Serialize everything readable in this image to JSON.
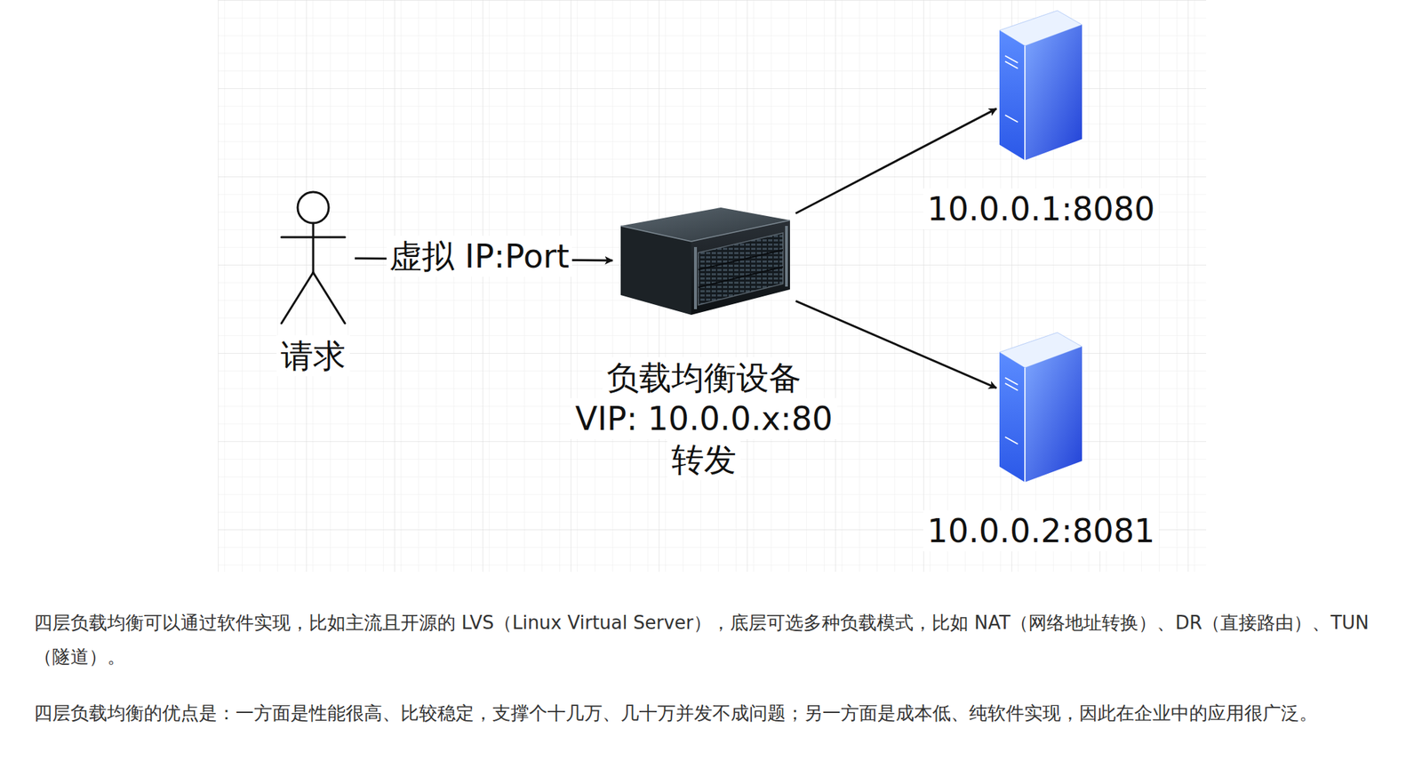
{
  "diagram": {
    "nodes": [
      {
        "text": [
          "请求"
        ]
      },
      {
        "text": [
          "负载均衡设备",
          "VIP: 10.0.0.x:80",
          "转发"
        ]
      },
      {
        "text": [
          "10.0.0.1:8080"
        ]
      },
      {
        "text": [
          "10.0.0.2:8081"
        ]
      }
    ],
    "edges": [
      {
        "from": 0,
        "to": 1,
        "label": "虚拟 IP:Port",
        "arrow": "to"
      },
      {
        "from": 1,
        "to": 2,
        "arrow": "to"
      },
      {
        "from": 1,
        "to": 3,
        "arrow": "to"
      }
    ],
    "labels": [
      "四层负载均衡可以通过软件实现，比如主流且开源的 LVS（Linux Virtual Server），底层可选多种负载模式，比如 NAT（网络地址转换）、DR（直接路由）、TUN（隧道）。",
      "四层负载均衡的优点是：一方面是性能很高、比较稳定，支撑个十几万、几十万并发不成问题；另一方面是成本低、纯软件实现，因此在企业中的应用很广泛。"
    ]
  }
}
